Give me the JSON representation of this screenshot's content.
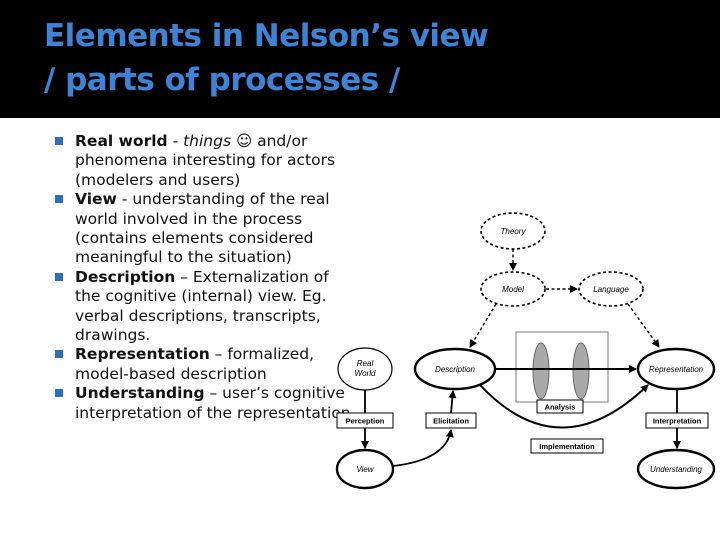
{
  "slide": {
    "title_line1": "Elements in Nelson’s view",
    "title_line2": "/ parts of processes /",
    "bullets": [
      {
        "term": "Real world",
        "sep": " - ",
        "italic": "things",
        "smiley": "☺",
        "rest": " and/or phenomena interesting for actors (modelers and users)"
      },
      {
        "term": "View",
        "rest": " - understanding of the real world involved in the process (contains elements considered meaningful to the situation)"
      },
      {
        "term": "Description",
        "rest": " – Externalization of the cognitive (internal) view. Eg. verbal descriptions, transcripts, drawings."
      },
      {
        "term": "Representation",
        "rest": " – formalized, model-based description"
      },
      {
        "term": "Understanding",
        "rest": " – user’s cognitive interpretation of the representation"
      }
    ]
  },
  "diagram": {
    "theory": "Theory",
    "model": "Model",
    "language": "Language",
    "real_world_1": "Real",
    "real_world_2": "World",
    "description": "Description",
    "representation": "Representation",
    "analysis": "Analysis",
    "perception": "Perception",
    "elicitation": "Elicitation",
    "interpretation": "Interpretation",
    "implementation": "Implementation",
    "view": "View",
    "understanding": "Understanding"
  },
  "colors": {
    "title_bg": "#000000",
    "title_text": "#3d84d6",
    "bullet": "#2d6fbf",
    "ellipse_fill": "#a9a9a9"
  }
}
